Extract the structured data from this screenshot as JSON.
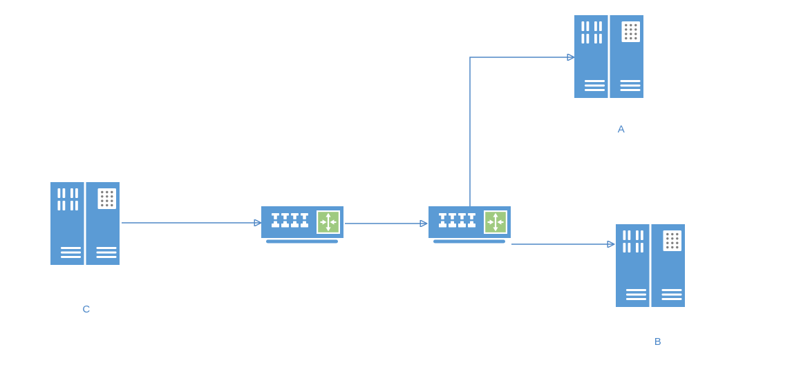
{
  "diagram": {
    "type": "network-topology",
    "nodes": [
      {
        "id": "server-c",
        "kind": "server",
        "icon": "server-rack-icon",
        "label": "C"
      },
      {
        "id": "router-1",
        "kind": "router",
        "icon": "router-switch-icon",
        "label": ""
      },
      {
        "id": "router-2",
        "kind": "router",
        "icon": "router-switch-icon",
        "label": ""
      },
      {
        "id": "server-a",
        "kind": "server",
        "icon": "server-rack-icon",
        "label": "A"
      },
      {
        "id": "server-b",
        "kind": "server",
        "icon": "server-rack-icon",
        "label": "B"
      }
    ],
    "connections": [
      {
        "from": "server-c",
        "to": "router-1",
        "shape": "straight",
        "arrow": "right"
      },
      {
        "from": "router-1",
        "to": "router-2",
        "shape": "straight",
        "arrow": "right"
      },
      {
        "from": "router-2",
        "to": "server-a",
        "shape": "elbow-up-then-right",
        "arrow": "right"
      },
      {
        "from": "router-2",
        "to": "server-b",
        "shape": "straight",
        "arrow": "right"
      }
    ],
    "colors": {
      "node_fill": "#5b9bd5",
      "routing_symbol_green": "#9fca80",
      "connector": "#4f87c5",
      "label_text": "#4a86c8",
      "panel_dots": "#7f7f7f",
      "background": "#ffffff"
    }
  }
}
